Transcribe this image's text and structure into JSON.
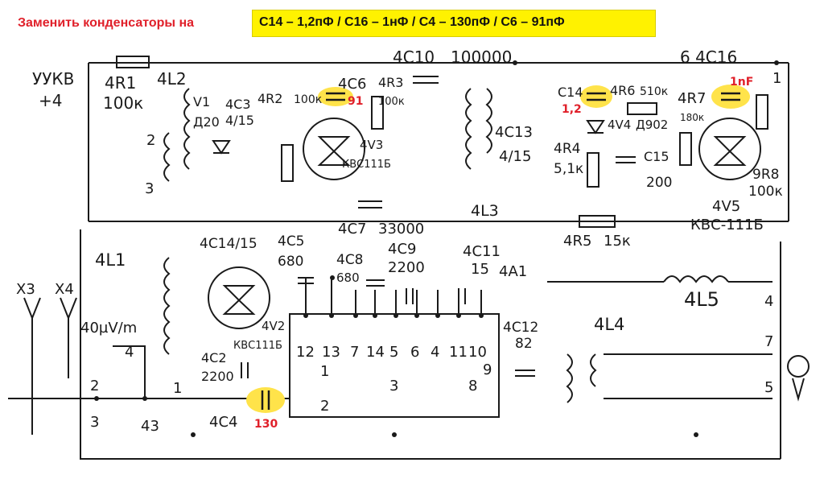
{
  "header": {
    "instruction": "Заменить конденсаторы на",
    "values": "С14 – 1,2пФ / С16 – 1нФ / С4 – 130пФ / С6 – 91пФ"
  },
  "colors": {
    "highlight": "#ffe34a",
    "note_red": "#e0202a",
    "ink": "#1a1a1a"
  },
  "labels": {
    "ukv_label": "УУКВ",
    "ukv_plus": "+4",
    "r1_name": "4R1",
    "r1_val": "100к",
    "l2": "4L2",
    "v1": "V1",
    "v1_type": "Д20",
    "c3": "4С3",
    "c3_val": "4/15",
    "r2_name": "4R2",
    "r2_val": "100к",
    "c6": "4С6",
    "c6_new": "91",
    "r3": "4R3",
    "r3_val": "100к",
    "c10": "4С10",
    "c10_val": "100000",
    "c16": "6 4С16",
    "c16_new": "1nF",
    "c14top": "С14",
    "c14_new": "1,2",
    "r6": "4R6",
    "r6_val": "510к",
    "v4": "4V4",
    "v4_type": "Д902",
    "r7": "4R7",
    "r7_val": "180к",
    "c13": "4С13",
    "c13_val": "4/15",
    "r4": "4R4",
    "r4_val": "5,1к",
    "c15": "С15",
    "c15_val": "200",
    "r8": "9R8",
    "r8_val": "100к",
    "v3": "4V3",
    "v3_type": "КВС111Б",
    "v5": "4V5",
    "v5_type": "КВС-111Б",
    "c7": "4С7",
    "c7_val": "33000",
    "l3": "4L3",
    "r5": "4R5",
    "r5_val": "15к",
    "l1": "4L1",
    "c14b": "4С14/15",
    "c5": "4С5",
    "c5_val": "680",
    "c8": "4С8",
    "c8_val": "680",
    "c9": "4С9",
    "c9_val": "2200",
    "c11": "4С11",
    "c11_val": "15",
    "a1": "4А1",
    "l5": "4L5",
    "l4": "4L4",
    "c12": "4С12",
    "c12_val": "82",
    "v2": "4V2",
    "v2_type": "КВС111Б",
    "c2": "4С2",
    "c2_val": "2200",
    "c4": "4С4",
    "c4_new": "130",
    "x3": "X3",
    "x4": "X4",
    "sens": "40µV/m"
  },
  "pins": [
    "12",
    "13",
    "7",
    "14",
    "5",
    "6",
    "4",
    "11",
    "10"
  ],
  "pin_misc": {
    "p1": "1",
    "p2": "2",
    "p3": "3",
    "p8": "8",
    "p9": "9",
    "n1": "1",
    "n2": "2",
    "n3": "3",
    "n4": "4",
    "n5": "5",
    "n7": "7",
    "k2": "2",
    "k3": "3",
    "k4": "4",
    "k1": "1",
    "k43": "43"
  }
}
